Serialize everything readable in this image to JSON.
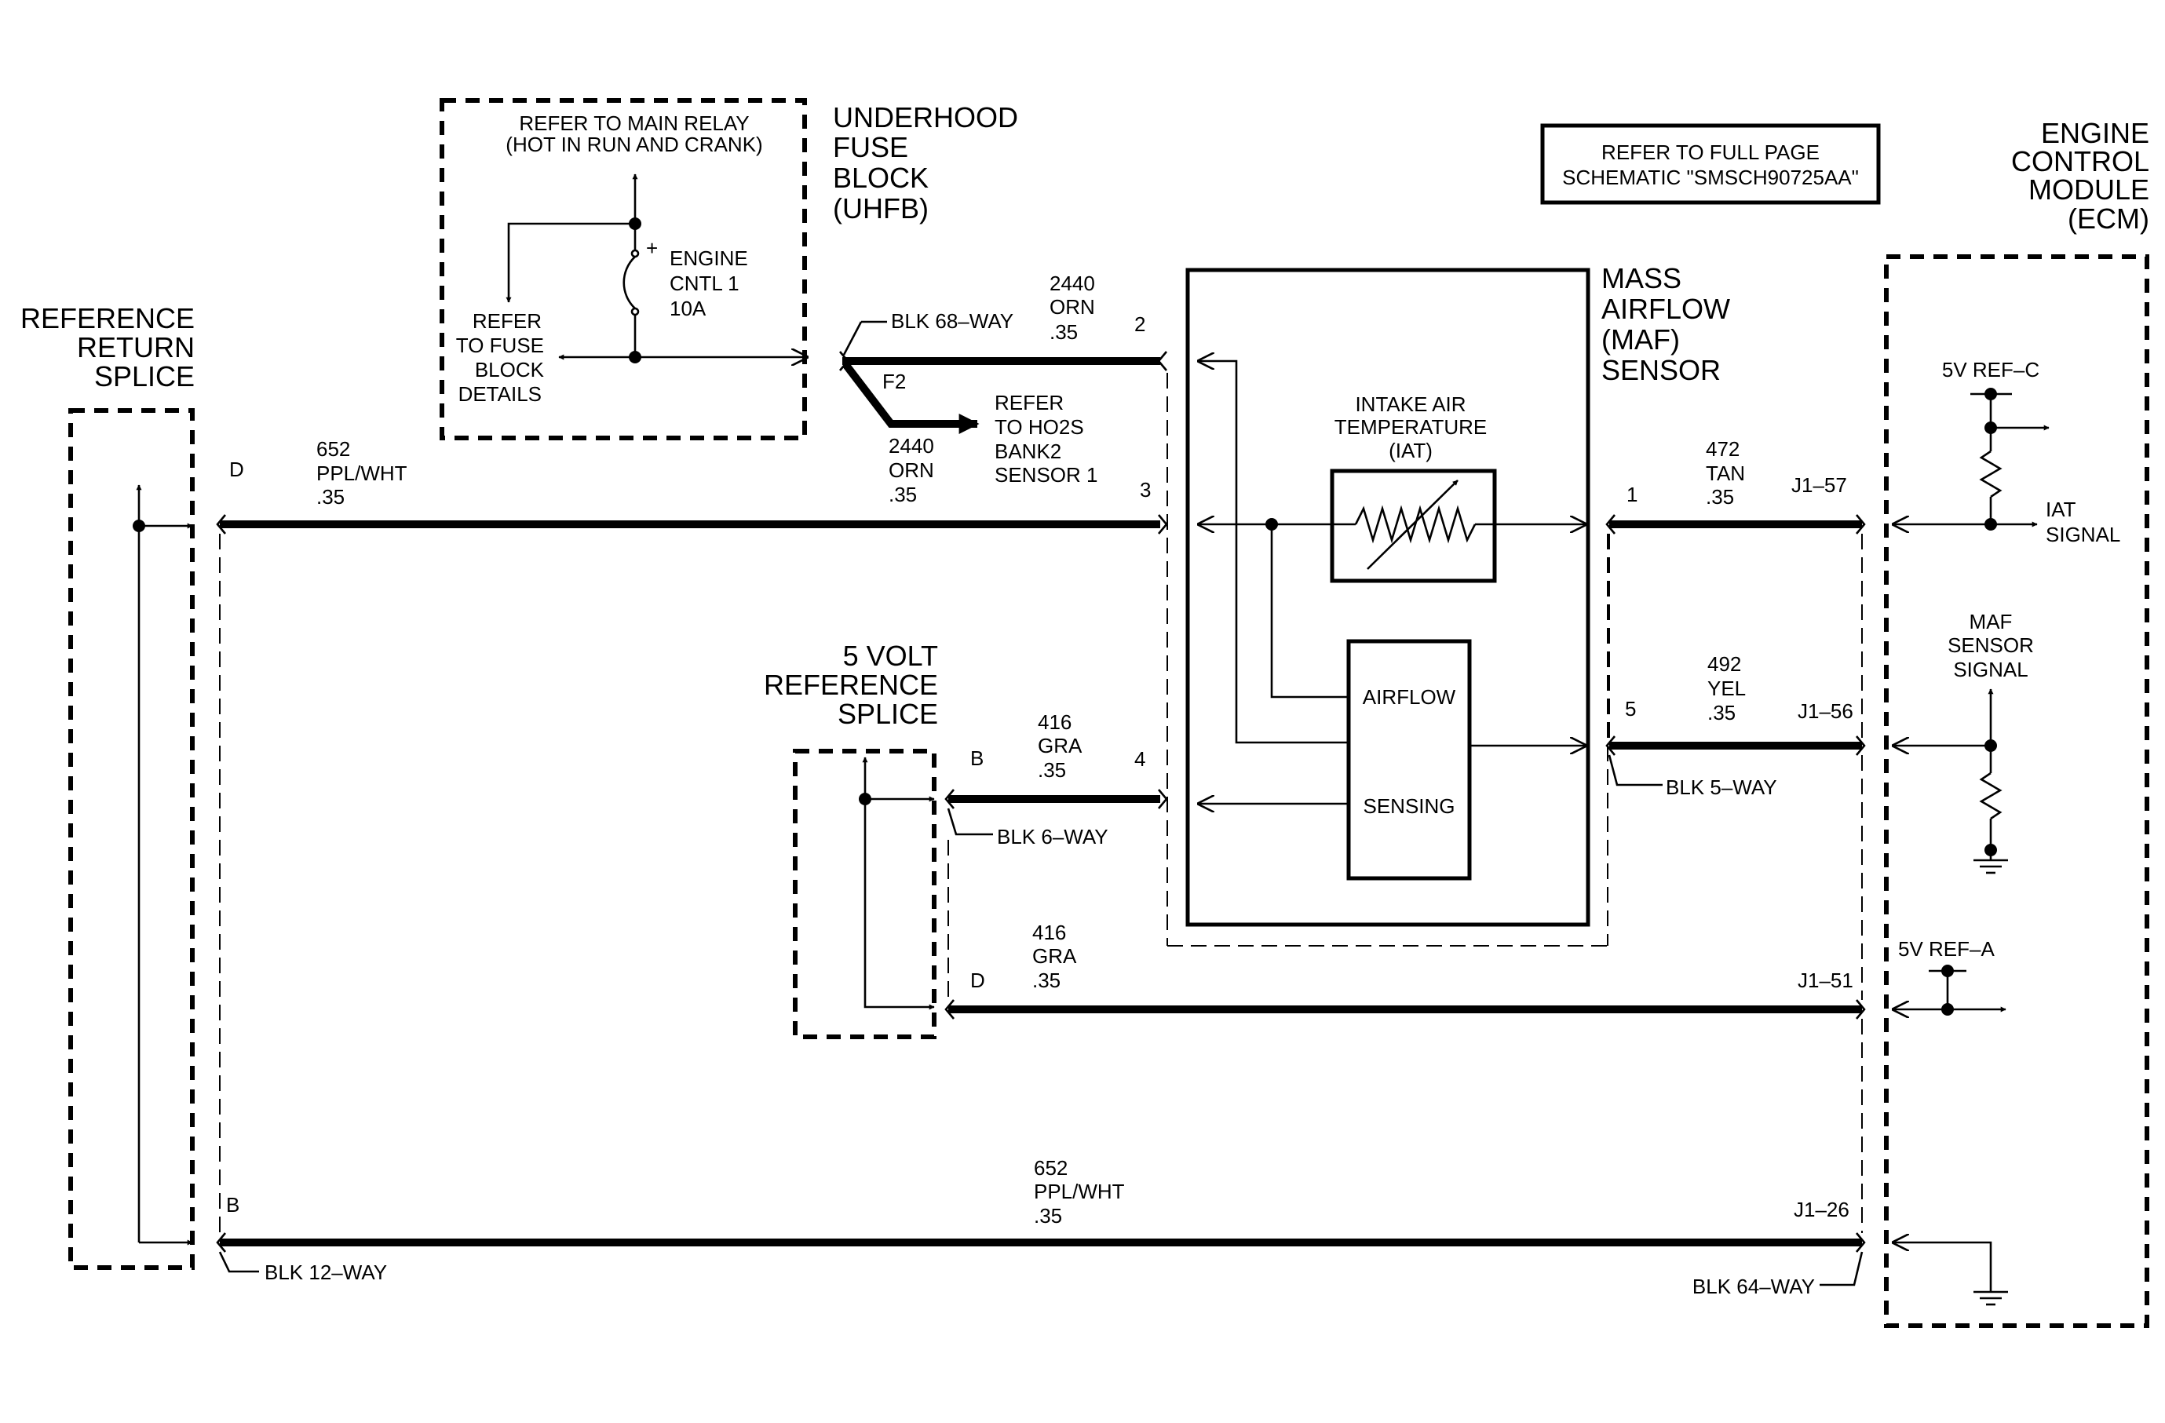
{
  "header_box": {
    "line1": "REFER TO FULL PAGE",
    "line2": "SCHEMATIC \"SMSCH90725AA\""
  },
  "uhfb": {
    "title_lines": [
      "UNDERHOOD",
      "FUSE",
      "BLOCK",
      "(UHFB)"
    ],
    "relay_ref_lines": [
      "REFER TO MAIN RELAY",
      "(HOT IN RUN AND CRANK)"
    ],
    "fuse_ref_lines": [
      "REFER",
      "TO FUSE",
      "BLOCK",
      "DETAILS"
    ],
    "fuse_lines": [
      "ENGINE",
      "CNTL 1",
      "10A"
    ],
    "plus": "+"
  },
  "ref_return_splice": {
    "title_lines": [
      "REFERENCE",
      "RETURN",
      "SPLICE"
    ]
  },
  "five_volt_splice": {
    "title_lines": [
      "5 VOLT",
      "REFERENCE",
      "SPLICE"
    ]
  },
  "maf_sensor": {
    "title_lines": [
      "MASS",
      "AIRFLOW",
      "(MAF)",
      "SENSOR"
    ],
    "iat_lines": [
      "INTAKE AIR",
      "TEMPERATURE",
      "(IAT)"
    ],
    "airflow": "AIRFLOW",
    "sensing": "SENSING"
  },
  "ecm": {
    "title_lines": [
      "ENGINE",
      "CONTROL",
      "MODULE",
      "(ECM)"
    ],
    "ref_c": "5V REF–C",
    "iat_signal_lines": [
      "IAT",
      "SIGNAL"
    ],
    "maf_signal_lines": [
      "MAF",
      "SENSOR",
      "SIGNAL"
    ],
    "ref_a": "5V REF–A"
  },
  "ho2s_ref_lines": [
    "REFER",
    "TO HO2S",
    "BANK2",
    "SENSOR 1"
  ],
  "connectors": {
    "blk68": "BLK 68–WAY",
    "blk6": "BLK 6–WAY",
    "blk5": "BLK 5–WAY",
    "blk12": "BLK 12–WAY",
    "blk64": "BLK 64–WAY"
  },
  "pins": {
    "f2": "F2",
    "p2": "2",
    "p3": "3",
    "p4": "4",
    "p1": "1",
    "p5": "5",
    "d_top": "D",
    "b_mid": "B",
    "d_mid": "D",
    "b_bot": "B",
    "j1_57": "J1–57",
    "j1_56": "J1–56",
    "j1_51": "J1–51",
    "j1_26": "J1–26"
  },
  "wires": {
    "w2440_top": [
      "2440",
      "ORN",
      ".35"
    ],
    "w2440_branch": [
      "2440",
      "ORN",
      ".35"
    ],
    "w652_top": [
      "652",
      "PPL/WHT",
      ".35"
    ],
    "w416_mid": [
      "416",
      "GRA",
      ".35"
    ],
    "w416_low": [
      "416",
      "GRA",
      ".35"
    ],
    "w472": [
      "472",
      "TAN",
      ".35"
    ],
    "w492": [
      "492",
      "YEL",
      ".35"
    ],
    "w652_bot": [
      "652",
      "PPL/WHT",
      ".35"
    ]
  }
}
